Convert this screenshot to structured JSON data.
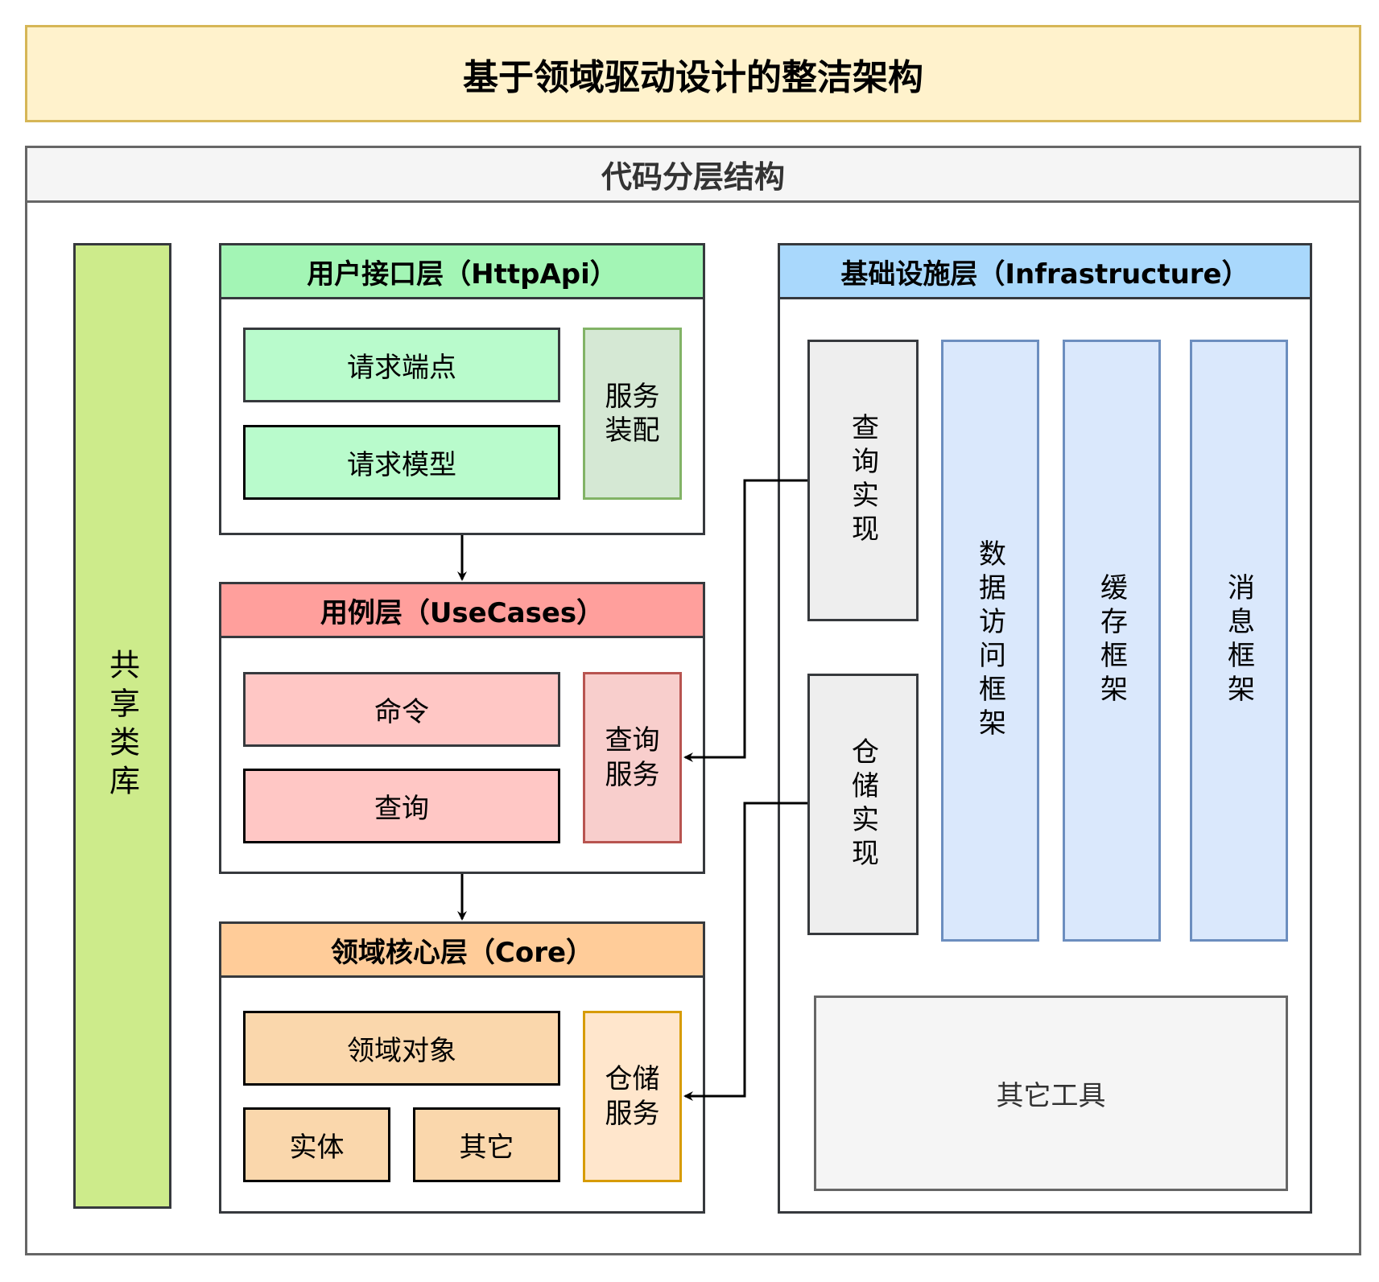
{
  "title": "基于领域驱动设计的整洁架构",
  "frame_title": "代码分层结构",
  "shared_library": "共享类库",
  "layers": {
    "http_api": {
      "title": "用户接口层（HttpApi）",
      "items": [
        "请求端点",
        "请求模型"
      ],
      "side": "服务装配",
      "colors": {
        "header": "#a3f5b5",
        "item": "#b9fbcc",
        "side": "#d5e8d4",
        "side_border": "#82b366"
      }
    },
    "use_cases": {
      "title": "用例层（UseCases）",
      "items": [
        "命令",
        "查询"
      ],
      "side": "查询服务",
      "colors": {
        "header": "#ff9f9c",
        "item": "#ffc7c5",
        "side": "#f8cecc",
        "side_border": "#b85450"
      }
    },
    "core": {
      "title": "领域核心层（Core）",
      "items": [
        "领域对象",
        "实体",
        "其它"
      ],
      "side": "仓储服务",
      "colors": {
        "header": "#ffcc99",
        "item": "#fad7ac",
        "side": "#ffe6cc",
        "side_border": "#d79b00"
      }
    },
    "infrastructure": {
      "title": "基础设施层（Infrastructure）",
      "query_impl": "查询实现",
      "repo_impl": "仓储实现",
      "frameworks": [
        "数据访问框架",
        "缓存框架",
        "消息框架"
      ],
      "other_tools": "其它工具",
      "colors": {
        "header": "#a9d8fc",
        "framework": "#dae8fc",
        "framework_border": "#6c8ebf",
        "impl": "#eeeeee",
        "tools": "#f5f5f5"
      }
    }
  },
  "connections": [
    {
      "from": "查询实现",
      "to": "查询服务"
    },
    {
      "from": "仓储实现",
      "to": "仓储服务"
    },
    {
      "from": "用户接口层（HttpApi）",
      "to": "用例层（UseCases）"
    },
    {
      "from": "用例层（UseCases）",
      "to": "领域核心层（Core）"
    }
  ]
}
